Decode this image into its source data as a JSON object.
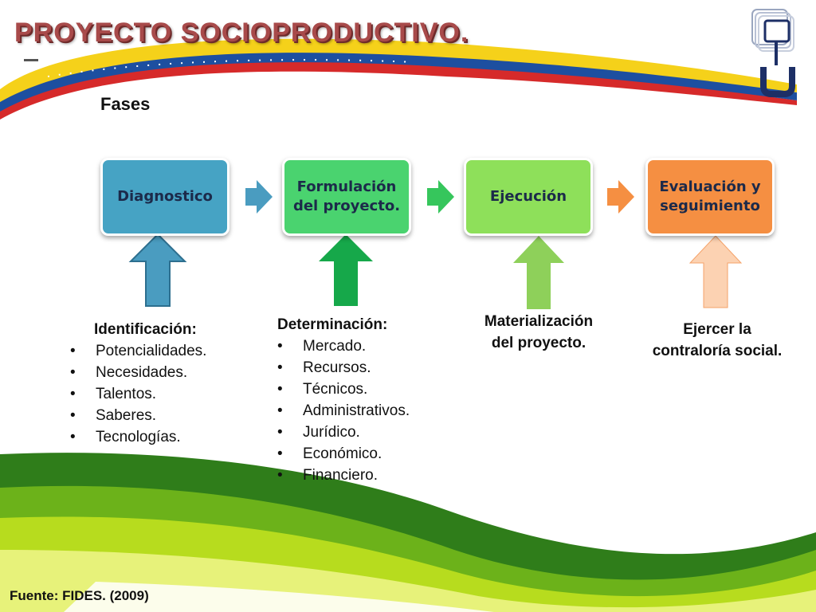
{
  "slide": {
    "title": "PROYECTO SOCIOPRODUCTIVO.",
    "subtitle": "Fases",
    "source": "Fuente: FIDES. (2009)"
  },
  "phases": [
    {
      "label": "Diagnostico",
      "color": "#46a3c4",
      "arrow_color": "#4a9cc0"
    },
    {
      "label": "Formulación\ndel proyecto.",
      "color": "#4ad36f",
      "arrow_color": "#16a84a"
    },
    {
      "label": "Ejecución",
      "color": "#8ee05a",
      "arrow_color": "#7ccf57"
    },
    {
      "label": "Evaluación y\nseguimiento",
      "color": "#f58f42",
      "arrow_color": "#fcd2b2"
    }
  ],
  "details": {
    "identificacion": {
      "heading": "Identificación:",
      "items": [
        "Potencialidades.",
        "Necesidades.",
        "Talentos.",
        "Saberes.",
        "Tecnologías."
      ]
    },
    "determinacion": {
      "heading": "Determinación:",
      "items": [
        "Mercado.",
        "Recursos.",
        "Técnicos.",
        "Administrativos.",
        "Jurídico.",
        "Económico.",
        "Financiero."
      ]
    },
    "materializacion": {
      "text": "Materialización\ndel proyecto."
    },
    "contraloria": {
      "text": "Ejercer la\ncontraloría social."
    }
  },
  "colors": {
    "title": "#a84a4a",
    "flag_yellow": "#f5d11a",
    "flag_blue": "#1d4fa0",
    "flag_red": "#d62a2a",
    "wave_green_dark": "#2f7d1a",
    "wave_green_light": "#b7dc1e"
  },
  "icons": [
    "logo-icon"
  ]
}
